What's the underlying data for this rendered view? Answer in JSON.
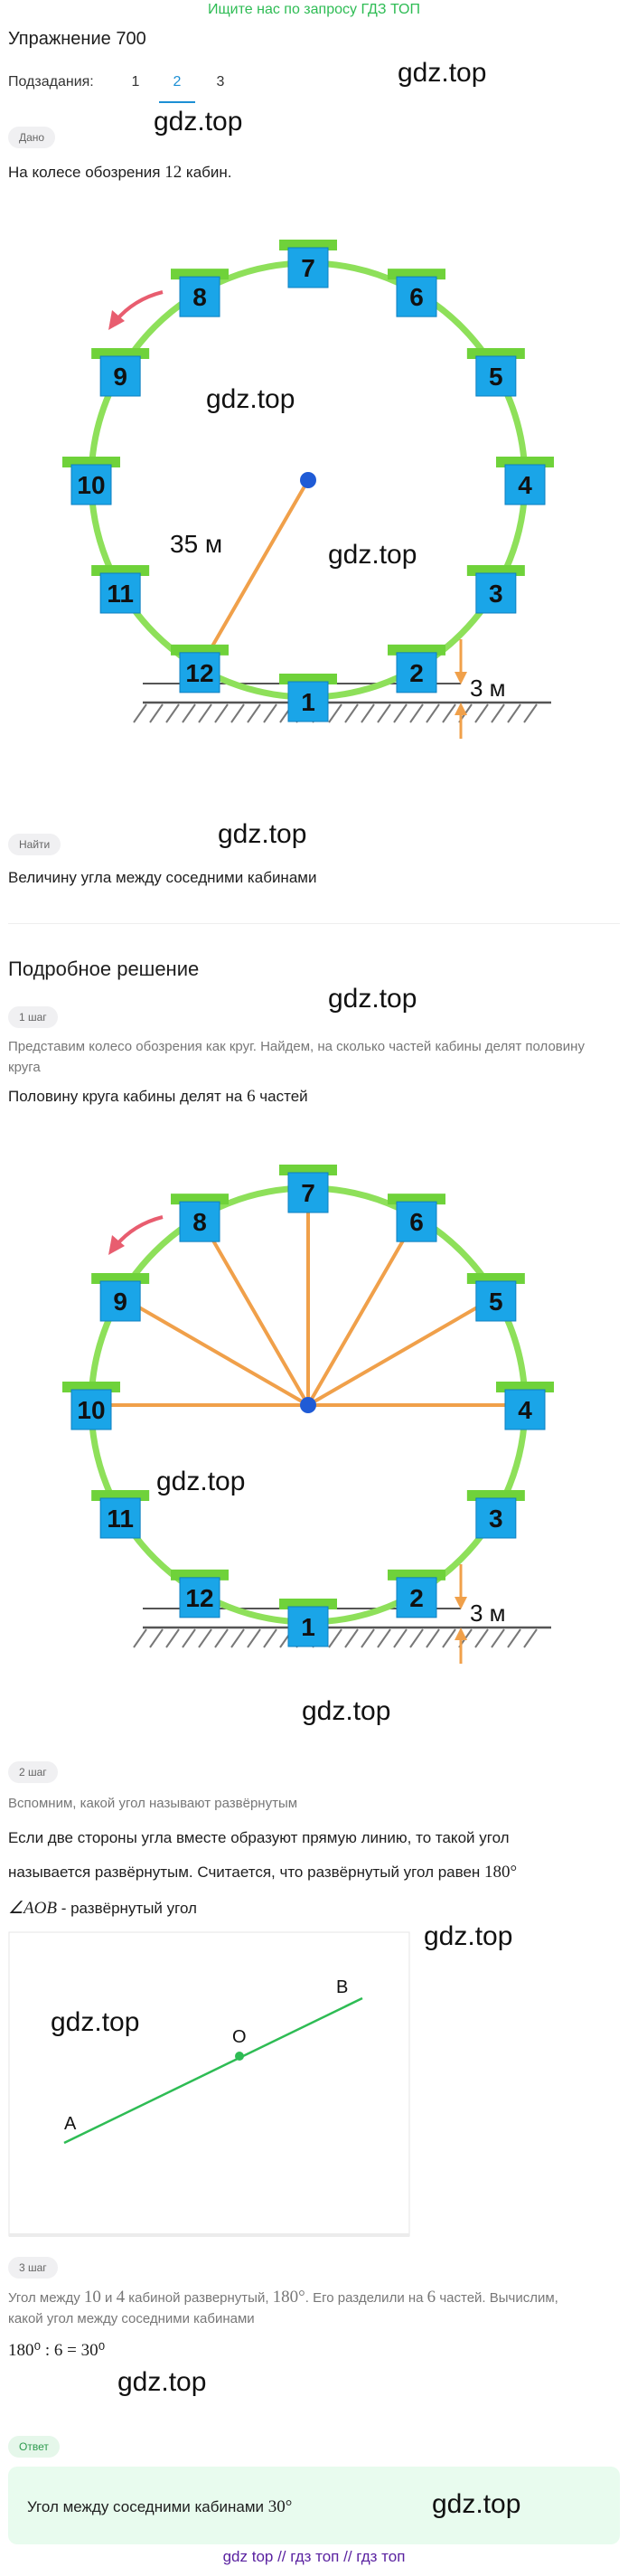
{
  "top_banner": "Ищите нас по запросу ГДЗ ТОП",
  "exercise_title": "Упражнение 700",
  "subtasks": {
    "label": "Подзадания:",
    "items": [
      "1",
      "2",
      "3"
    ],
    "active": "2"
  },
  "watermark": "gdz.top",
  "given": {
    "badge": "Дано",
    "text_before": "На колесе обозрения ",
    "number": "12",
    "text_after": " кабин."
  },
  "diagram": {
    "cabins": [
      "7",
      "6",
      "5",
      "4",
      "3",
      "2",
      "1",
      "12",
      "11",
      "10",
      "9",
      "8"
    ],
    "radius_label": "35 м",
    "height_label": "3 м"
  },
  "find": {
    "badge": "Найти",
    "text": "Величину угла между соседними кабинами"
  },
  "solution_title": "Подробное решение",
  "step1": {
    "badge": "1 шаг",
    "gray": "Представим колесо обозрения как круг. Найдем, на сколько частей кабины делят половину круга",
    "text_before": "Половину круга кабины делят на ",
    "number": "6",
    "text_after": " частей"
  },
  "step2": {
    "badge": "2 шаг",
    "gray": "Вспомним, какой угол называют развёрнутым",
    "line1": "Если две стороны угла вместе образуют прямую линию, то такой угол",
    "line2_before": "называется развёрнутым. Считается, что развёрнутый угол равен ",
    "line2_value": "180°",
    "angle_name": "∠AOB",
    "angle_text": " - развёрнутый угол",
    "points": {
      "a": "A",
      "o": "O",
      "b": "B"
    }
  },
  "step3": {
    "badge": "3 шаг",
    "gray_part1": "Угол между ",
    "gray_n1": "10",
    "gray_part2": " и ",
    "gray_n2": "4",
    "gray_part3": " кабиной развернутый, ",
    "gray_n3": "180°",
    "gray_part4": ". Его разделили на ",
    "gray_n4": "6",
    "gray_part5": " частей. Вычислим,",
    "gray_line2": "какой угол между соседними кабинами",
    "formula": "180⁰ : 6 = 30⁰"
  },
  "answer": {
    "badge": "Ответ",
    "text_before": "Угол между соседними кабинами ",
    "value": "30°"
  },
  "footer": "gdz top  //  гдз топ  //  гдз топ",
  "colors": {
    "green": "#2ebc54",
    "wheel": "#8ee05a",
    "cabin": "#1aa5e8",
    "roof": "#6fd23a",
    "orange": "#f0a04a",
    "blue_dot": "#1f5bd6",
    "arrow": "#e85d6f"
  }
}
